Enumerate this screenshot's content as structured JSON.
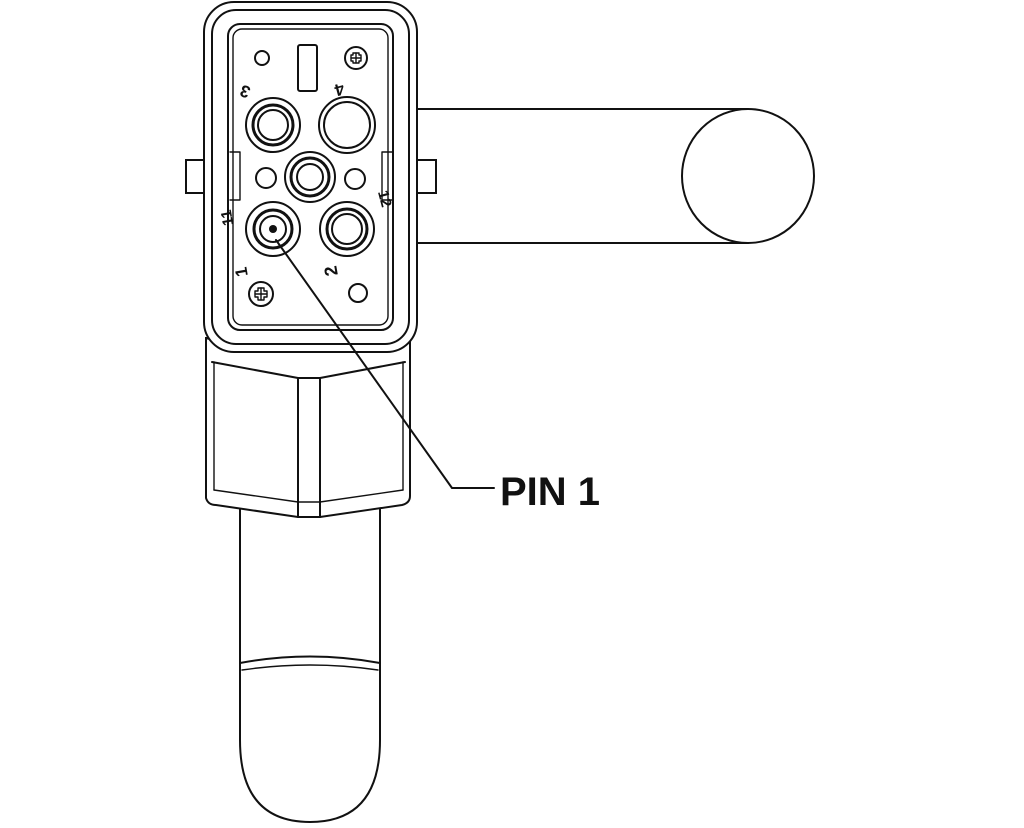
{
  "callout": {
    "label": "PIN 1"
  },
  "pin_numbers": {
    "pin1": "1",
    "pin2": "2",
    "pin3": "3",
    "pin4": "4",
    "pin11": "11",
    "pin12": "12"
  },
  "colors": {
    "line": "#111111",
    "background": "#ffffff"
  }
}
